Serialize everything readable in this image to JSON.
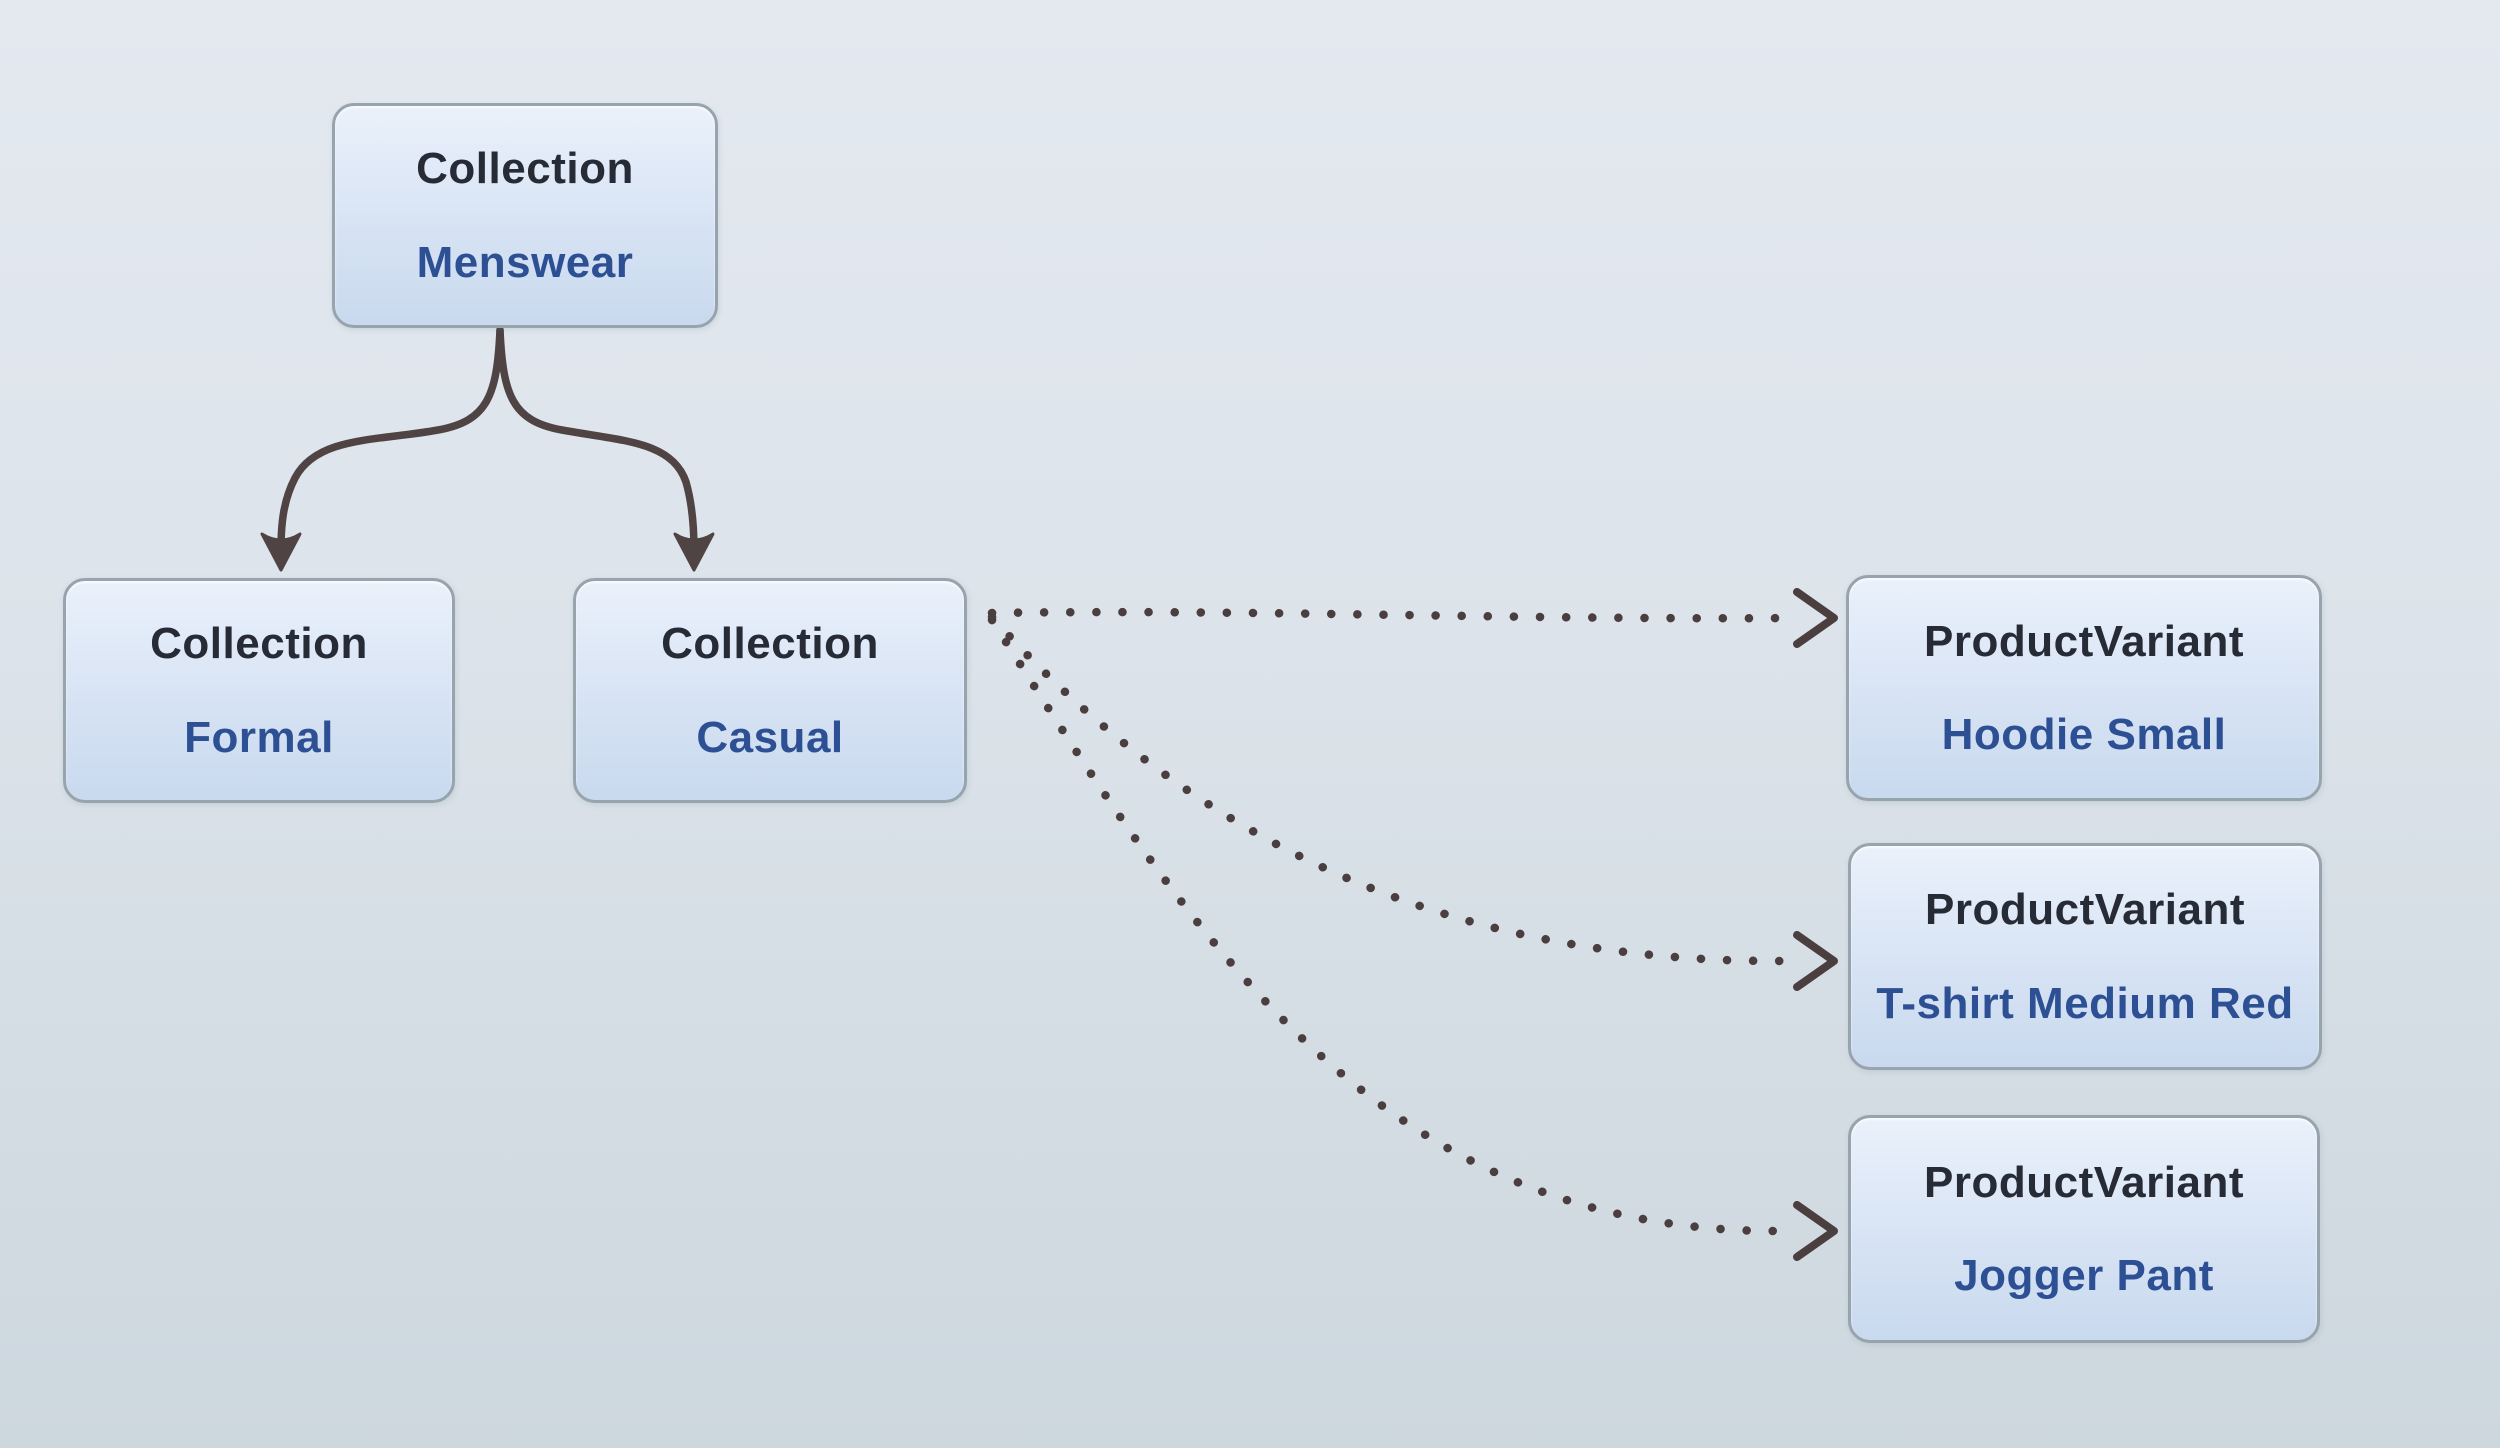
{
  "diagram": {
    "nodes": [
      {
        "id": "collection-menswear",
        "type": "Collection",
        "name": "Menswear"
      },
      {
        "id": "collection-formal",
        "type": "Collection",
        "name": "Formal"
      },
      {
        "id": "collection-casual",
        "type": "Collection",
        "name": "Casual"
      },
      {
        "id": "variant-hoodie",
        "type": "ProductVariant",
        "name": "Hoodie Small"
      },
      {
        "id": "variant-tshirt",
        "type": "ProductVariant",
        "name": "T-shirt Medium Red"
      },
      {
        "id": "variant-jogger",
        "type": "ProductVariant",
        "name": "Jogger Pant"
      }
    ],
    "edges": [
      {
        "from": "Collection Menswear",
        "to": "Collection Formal",
        "style": "solid-arrow"
      },
      {
        "from": "Collection Menswear",
        "to": "Collection Casual",
        "style": "solid-arrow"
      },
      {
        "from": "Collection Casual",
        "to": "ProductVariant Hoodie Small",
        "style": "dotted-arrow"
      },
      {
        "from": "Collection Casual",
        "to": "ProductVariant T-shirt Medium Red",
        "style": "dotted-arrow"
      },
      {
        "from": "Collection Casual",
        "to": "ProductVariant Jogger Pant",
        "style": "dotted-arrow"
      }
    ]
  },
  "theme": {
    "bg_top": "#e4e9f0",
    "bg_bottom": "#cdd7de",
    "node_fill_top": "#eaf1fb",
    "node_fill_bottom": "#c9d9ee",
    "node_border": "#97a3ad",
    "type_color": "#262b36",
    "name_color": "#2d4f93",
    "solid_arrow_color": "#4f4344",
    "dotted_arrow_color": "#4a3e3e"
  }
}
